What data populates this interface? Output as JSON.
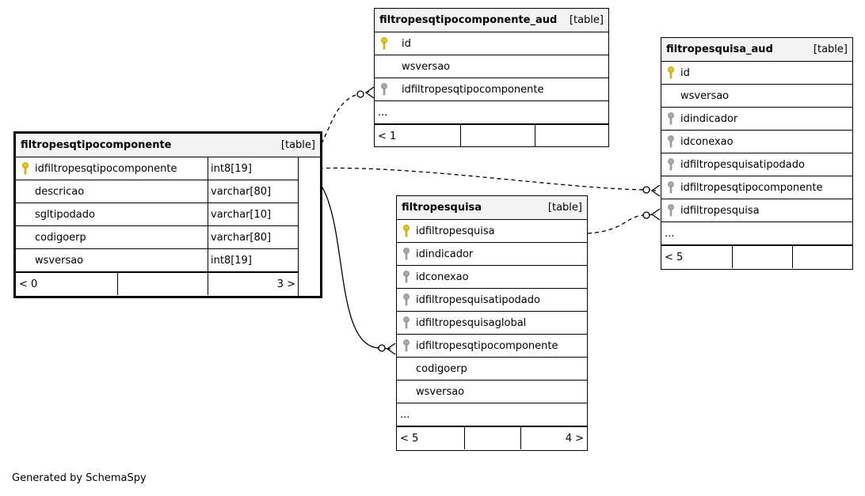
{
  "tables": {
    "filtropesqtipocomponente": {
      "name": "filtropesqtipocomponente",
      "type": "[table]",
      "columns": [
        {
          "name": "idfiltropesqtipocomponente",
          "type": "int8[19]",
          "key": "primary"
        },
        {
          "name": "descricao",
          "type": "varchar[80]",
          "key": "none"
        },
        {
          "name": "sgltipodado",
          "type": "varchar[10]",
          "key": "none"
        },
        {
          "name": "codigoerp",
          "type": "varchar[80]",
          "key": "none"
        },
        {
          "name": "wsversao",
          "type": "int8[19]",
          "key": "none"
        }
      ],
      "footer": [
        "< 0",
        "",
        "3 >"
      ]
    },
    "filtropesqtipocomponente_aud": {
      "name": "filtropesqtipocomponente_aud",
      "type": "[table]",
      "columns": [
        {
          "name": "id",
          "key": "primary"
        },
        {
          "name": "wsversao",
          "key": "none"
        },
        {
          "name": "idfiltropesqtipocomponente",
          "key": "foreign"
        }
      ],
      "more": "...",
      "footer": [
        "< 1",
        "",
        ""
      ]
    },
    "filtropesquisa_aud": {
      "name": "filtropesquisa_aud",
      "type": "[table]",
      "columns": [
        {
          "name": "id",
          "key": "primary"
        },
        {
          "name": "wsversao",
          "key": "none"
        },
        {
          "name": "idindicador",
          "key": "foreign"
        },
        {
          "name": "idconexao",
          "key": "foreign"
        },
        {
          "name": "idfiltropesquisatipodado",
          "key": "foreign"
        },
        {
          "name": "idfiltropesqtipocomponente",
          "key": "foreign"
        },
        {
          "name": "idfiltropesquisa",
          "key": "foreign"
        }
      ],
      "more": "...",
      "footer": [
        "< 5",
        "",
        ""
      ]
    },
    "filtropesquisa": {
      "name": "filtropesquisa",
      "type": "[table]",
      "columns": [
        {
          "name": "idfiltropesquisa",
          "key": "primary"
        },
        {
          "name": "idindicador",
          "key": "foreign"
        },
        {
          "name": "idconexao",
          "key": "foreign"
        },
        {
          "name": "idfiltropesquisatipodado",
          "key": "foreign"
        },
        {
          "name": "idfiltropesquisaglobal",
          "key": "foreign"
        },
        {
          "name": "idfiltropesqtipocomponente",
          "key": "foreign"
        },
        {
          "name": "codigoerp",
          "key": "none"
        },
        {
          "name": "wsversao",
          "key": "none"
        }
      ],
      "more": "...",
      "footer": [
        "< 5",
        "",
        "4 >"
      ]
    }
  },
  "colors": {
    "primary_key": "#e8c800",
    "foreign_key": "#a8a8a8"
  },
  "footer_text": "Generated by SchemaSpy"
}
